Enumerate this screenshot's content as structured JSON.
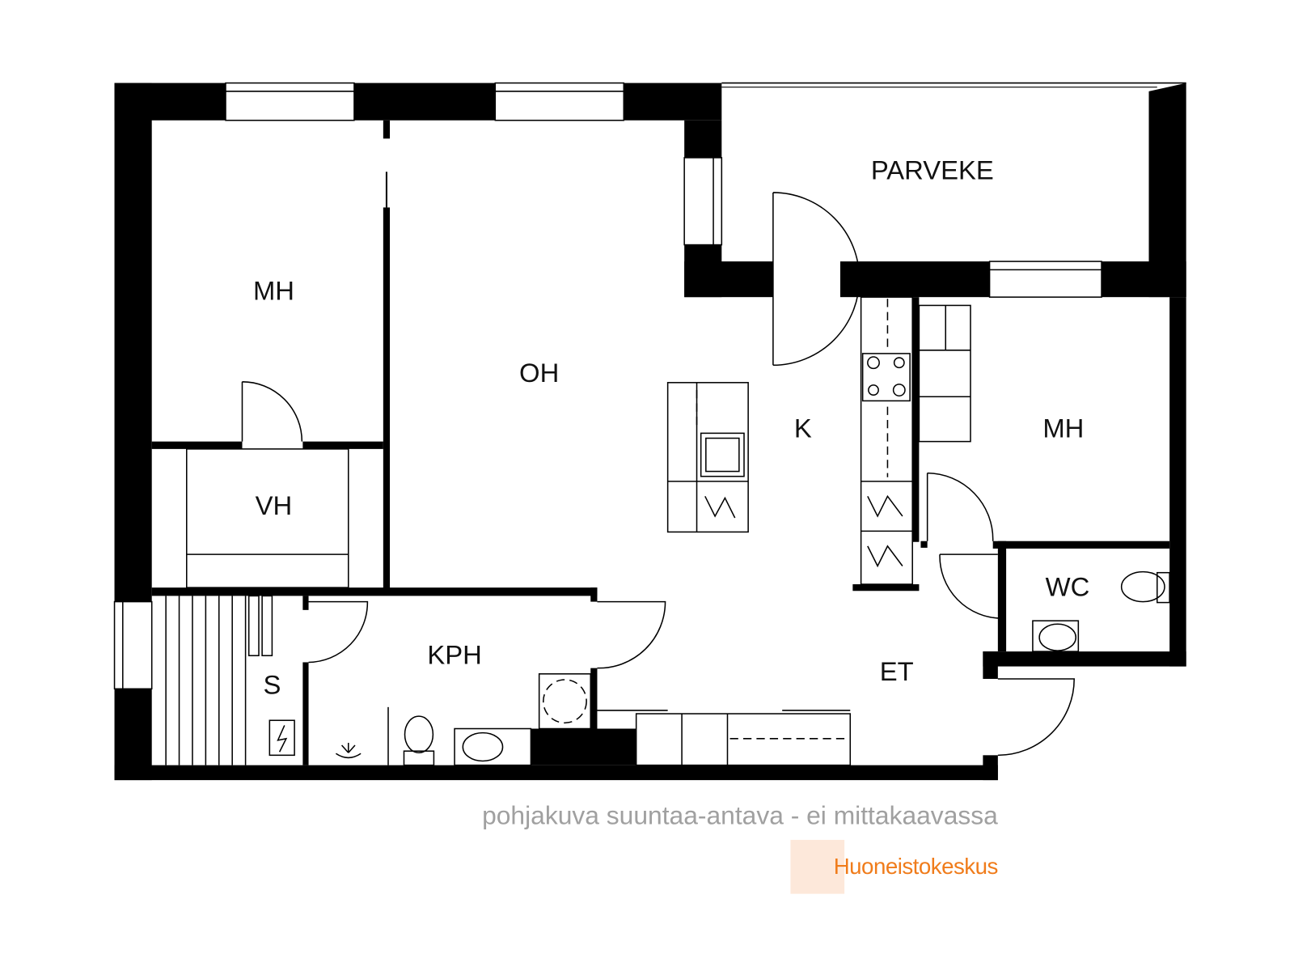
{
  "rooms": {
    "mh_left": "MH",
    "oh": "OH",
    "vh": "VH",
    "s": "S",
    "kph": "KPH",
    "k": "K",
    "mh_right": "MH",
    "wc": "WC",
    "et": "ET",
    "parveke": "PARVEKE"
  },
  "caption": "pohjakuva suuntaa-antava - ei mittakaavassa",
  "brand": {
    "name": "Huoneistokeskus",
    "color": "#f07c1b",
    "accent_bg": "#fde8da"
  }
}
